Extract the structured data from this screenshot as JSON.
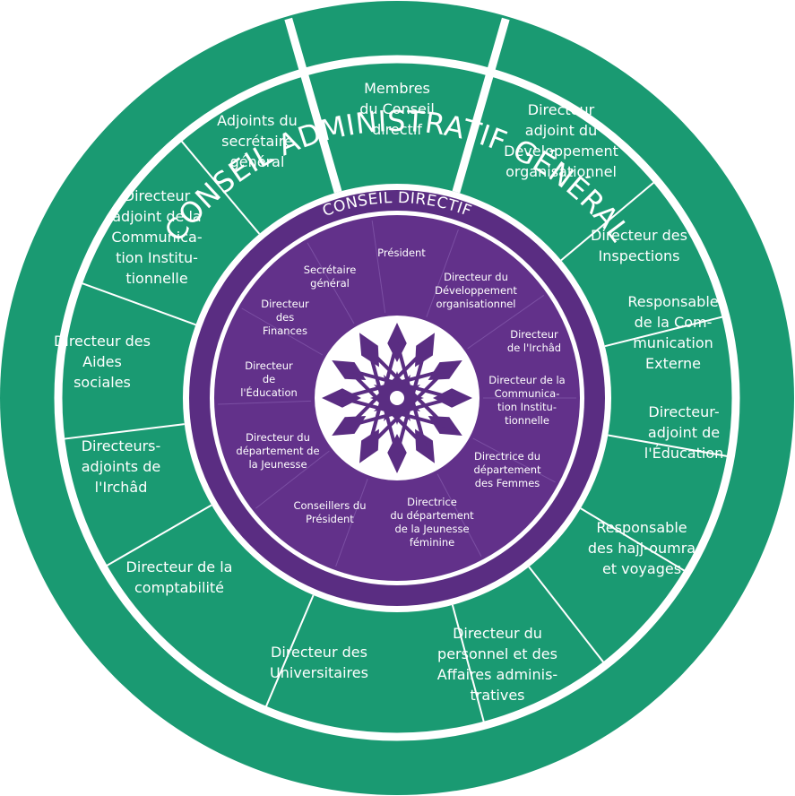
{
  "colors": {
    "outer_ring": "#1a9a72",
    "divider": "#ffffff",
    "inner_ring": "#5a2d82",
    "inner_disc": "#62318a",
    "emblem": "#5a2d82",
    "text": "#ffffff"
  },
  "outer": {
    "title": "CONSEIL ADMINISTRATIF GÉNÉRAL",
    "members": [
      {
        "id": "membres-du-conseil",
        "lines": [
          "Membres",
          "du Conseil",
          "directif"
        ]
      },
      {
        "id": "directeur-adjoint-developpement",
        "lines": [
          "Directeur",
          "adjoint du",
          "Développement",
          "organisationnel"
        ]
      },
      {
        "id": "directeur-inspections",
        "lines": [
          "Directeur des",
          "Inspections"
        ]
      },
      {
        "id": "responsable-communication-externe",
        "lines": [
          "Responsable",
          "de la Com-",
          "munication",
          "Externe"
        ]
      },
      {
        "id": "directeur-adjoint-education",
        "lines": [
          "Directeur-",
          "adjoint de",
          "l'Éducation"
        ]
      },
      {
        "id": "responsable-hajj",
        "lines": [
          "Responsable",
          "des hajj-oumra",
          "et voyages"
        ]
      },
      {
        "id": "directeur-personnel",
        "lines": [
          "Directeur du",
          "personnel et des",
          "Affaires adminis-",
          "tratives"
        ]
      },
      {
        "id": "directeur-universitaires",
        "lines": [
          "Directeur des",
          "Universitaires"
        ]
      },
      {
        "id": "directeur-comptabilite",
        "lines": [
          "Directeur de la",
          "comptabilité"
        ]
      },
      {
        "id": "directeurs-adjoints-irchad",
        "lines": [
          "Directeurs-",
          "adjoints de",
          "l'Irchâd"
        ]
      },
      {
        "id": "directeur-aides-sociales",
        "lines": [
          "Directeur des",
          "Aides",
          "sociales"
        ]
      },
      {
        "id": "directeur-adjoint-communication",
        "lines": [
          "Directeur",
          "adjoint de la",
          "Communica-",
          "tion Institu-",
          "tionnelle"
        ]
      },
      {
        "id": "adjoints-secretaire",
        "lines": [
          "Adjoints du",
          "secrétaire",
          "général"
        ]
      }
    ]
  },
  "inner": {
    "title": "CONSEIL DIRECTIF",
    "members": [
      {
        "id": "president",
        "lines": [
          "Président"
        ]
      },
      {
        "id": "directeur-developpement",
        "lines": [
          "Directeur du",
          "Développement",
          "organisationnel"
        ]
      },
      {
        "id": "directeur-irchad",
        "lines": [
          "Directeur",
          "de l'Irchâd"
        ]
      },
      {
        "id": "directeur-communication",
        "lines": [
          "Directeur de la",
          "Communica-",
          "tion Institu-",
          "tionnelle"
        ]
      },
      {
        "id": "directrice-femmes",
        "lines": [
          "Directrice du",
          "département",
          "des Femmes"
        ]
      },
      {
        "id": "directrice-jeunesse-feminine",
        "lines": [
          "Directrice",
          "du département",
          "de la Jeunesse",
          "féminine"
        ]
      },
      {
        "id": "conseillers-president",
        "lines": [
          "Conseillers du",
          "Président"
        ]
      },
      {
        "id": "directeur-jeunesse",
        "lines": [
          "Directeur du",
          "département de",
          "la Jeunesse"
        ]
      },
      {
        "id": "directeur-education",
        "lines": [
          "Directeur",
          "de",
          "l'Éducation"
        ]
      },
      {
        "id": "directeur-finances",
        "lines": [
          "Directeur",
          "des",
          "Finances"
        ]
      },
      {
        "id": "secretaire-general",
        "lines": [
          "Secrétaire",
          "général"
        ]
      }
    ]
  }
}
